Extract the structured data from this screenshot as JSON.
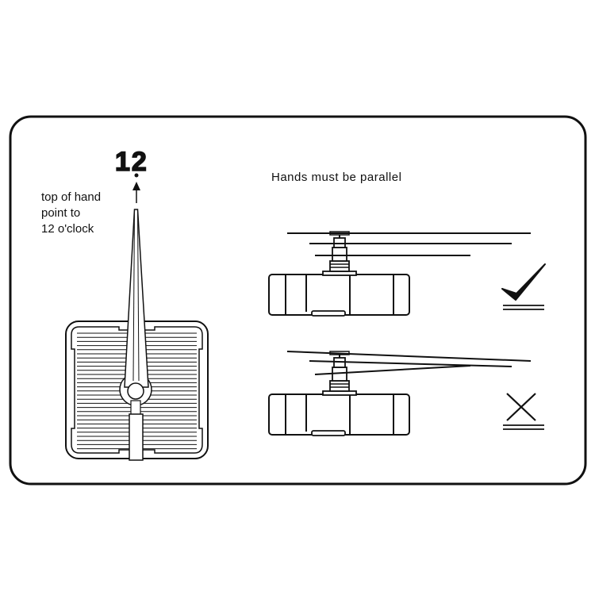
{
  "numeral": "12",
  "instruction_lines": [
    "top of hand",
    "point to",
    "12 o'clock"
  ],
  "heading": "Hands must be parallel",
  "examples": [
    {
      "state": "correct",
      "icon": "check-icon"
    },
    {
      "state": "incorrect",
      "icon": "cross-icon"
    }
  ],
  "colors": {
    "ink": "#111111",
    "background": "#ffffff"
  }
}
